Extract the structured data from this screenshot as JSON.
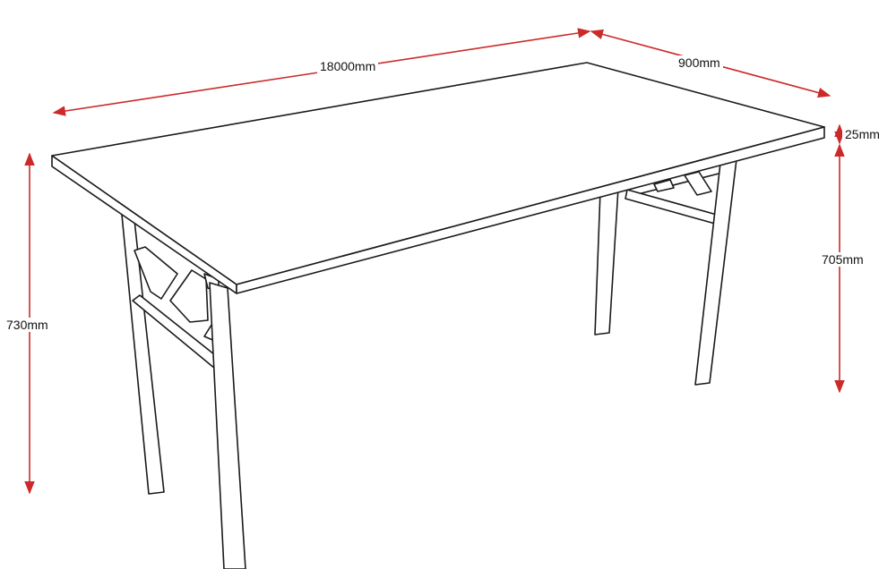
{
  "dimensions": {
    "length": "18000mm",
    "depth": "900mm",
    "top_thickness": "25mm",
    "height_total": "730mm",
    "height_under_top": "705mm"
  },
  "colors": {
    "dimension_arrow": "#cc2a2a",
    "outline": "#1a1a1a"
  }
}
